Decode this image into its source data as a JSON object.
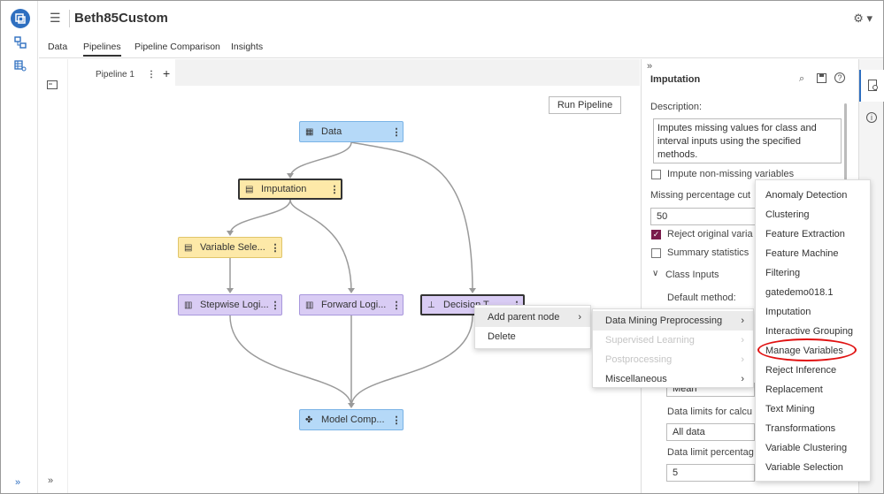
{
  "app": {
    "title": "Beth85Custom",
    "menu_icon": "hamburger-icon",
    "settings_icon": "gear-icon"
  },
  "tabs": [
    "Data",
    "Pipelines",
    "Pipeline Comparison",
    "Insights"
  ],
  "active_tab": "Pipelines",
  "pipeline": {
    "tab_label": "Pipeline 1",
    "run_button": "Run Pipeline",
    "nodes": {
      "data": "Data",
      "imputation": "Imputation",
      "varsel": "Variable Sele...",
      "stepwise": "Stepwise Logi...",
      "forward": "Forward Logi...",
      "decision": "Decision T...",
      "compare": "Model Comp..."
    }
  },
  "context_menu": {
    "items": [
      "Add parent node",
      "Delete"
    ]
  },
  "submenu": {
    "items": [
      "Data Mining Preprocessing",
      "Supervised Learning",
      "Postprocessing",
      "Miscellaneous"
    ]
  },
  "node_menu": {
    "items": [
      "Anomaly Detection",
      "Clustering",
      "Feature Extraction",
      "Feature Machine",
      "Filtering",
      "gatedemo018.1",
      "Imputation",
      "Interactive Grouping",
      "Manage Variables",
      "Reject Inference",
      "Replacement",
      "Text Mining",
      "Transformations",
      "Variable Clustering",
      "Variable Selection"
    ],
    "highlighted": "Manage Variables"
  },
  "panel": {
    "title": "Imputation",
    "description_label": "Description:",
    "description": "Imputes missing values for class and interval inputs using the specified methods.",
    "impute_nonmissing": "Impute non-missing variables",
    "missing_pct_label": "Missing percentage cut",
    "missing_pct_value": "50",
    "reject_original": "Reject original varia",
    "summary_stats": "Summary statistics",
    "class_inputs": "Class Inputs",
    "default_method": "Default method:",
    "mean_value": "Mean",
    "data_limits_label": "Data limits for calcu",
    "data_limits_value": "All data",
    "data_limit_pct_label": "Data limit percentag",
    "data_limit_pct_value": "5"
  },
  "colors": {
    "accent": "#2e6fc0",
    "data_node": "#b5d9f8",
    "prep_node": "#fde9a8",
    "model_node": "#d9ccf4",
    "highlight_circle": "#e01010",
    "checkbox_on": "#7a1c4c"
  }
}
